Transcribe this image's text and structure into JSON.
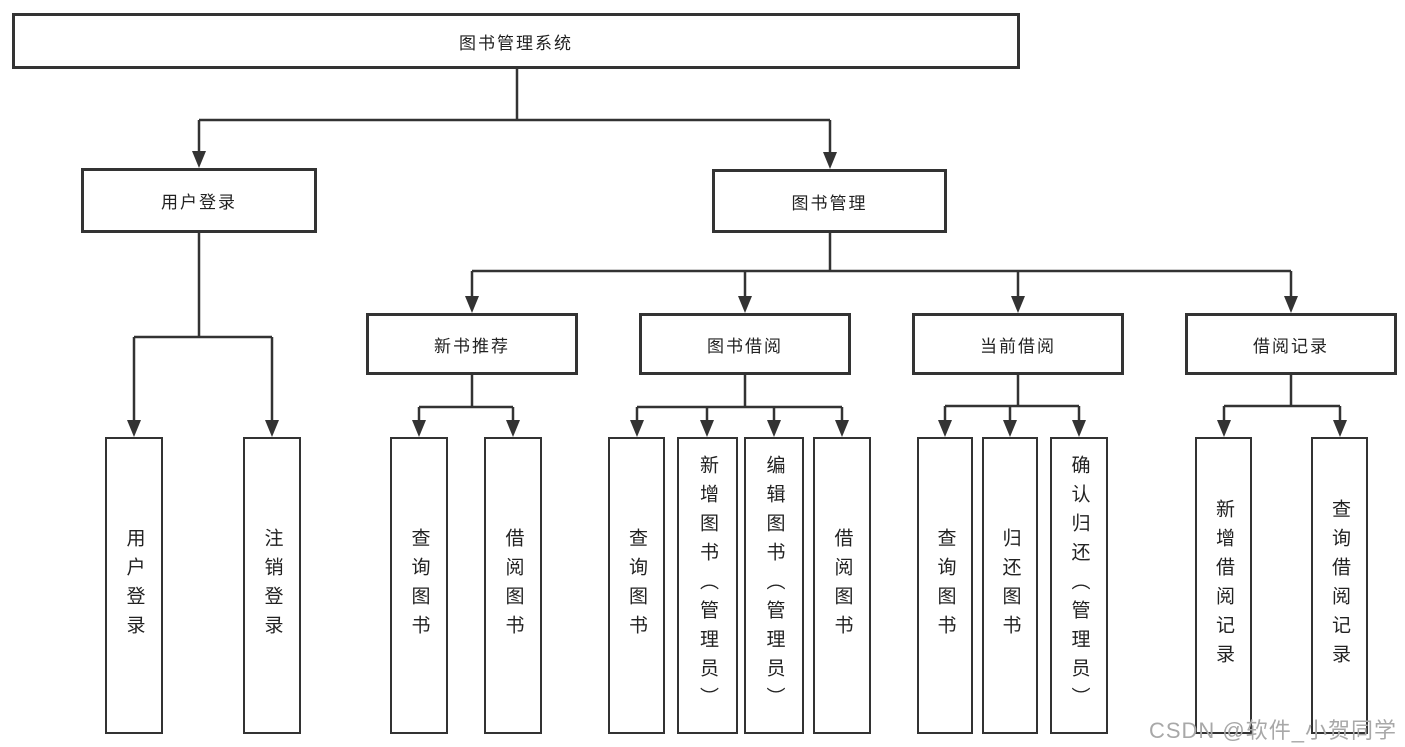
{
  "diagram": {
    "root": {
      "label": "图书管理系统"
    },
    "branches": [
      {
        "label": "用户登录",
        "children": [
          {
            "label": "用户登录"
          },
          {
            "label": "注销登录"
          }
        ]
      },
      {
        "label": "图书管理",
        "children": [
          {
            "label": "新书推荐",
            "children": [
              {
                "label": "查询图书"
              },
              {
                "label": "借阅图书"
              }
            ]
          },
          {
            "label": "图书借阅",
            "children": [
              {
                "label": "查询图书"
              },
              {
                "label": "新增图书（管理员）"
              },
              {
                "label": "编辑图书（管理员）"
              },
              {
                "label": "借阅图书"
              }
            ]
          },
          {
            "label": "当前借阅",
            "children": [
              {
                "label": "查询图书"
              },
              {
                "label": "归还图书"
              },
              {
                "label": "确认归还（管理员）"
              }
            ]
          },
          {
            "label": "借阅记录",
            "children": [
              {
                "label": "新增借阅记录"
              },
              {
                "label": "查询借阅记录"
              }
            ]
          }
        ]
      }
    ]
  },
  "watermark": {
    "text": "CSDN @软件_小贺同学"
  },
  "colors": {
    "line": "#333333",
    "box_border": "#333333",
    "text": "#222222",
    "watermark": "#a8a8a8",
    "background": "#ffffff"
  }
}
